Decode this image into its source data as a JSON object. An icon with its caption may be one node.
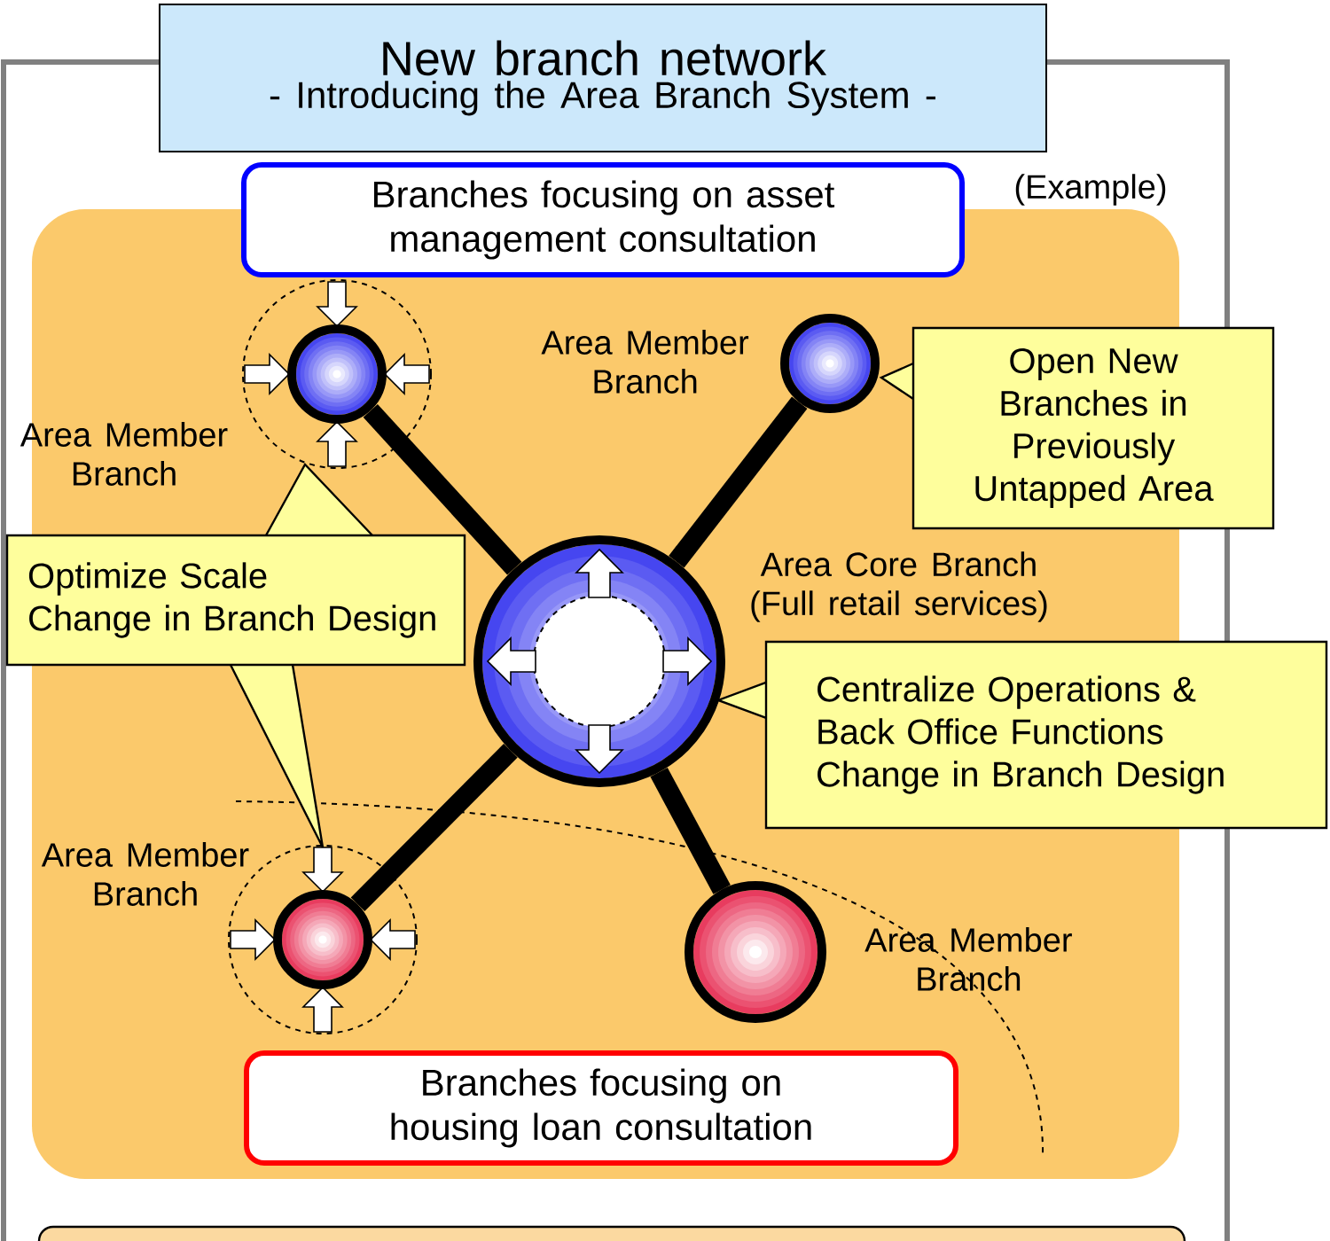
{
  "diagram": {
    "title": "New branch network",
    "nodes": [
      {
        "text": [
          "- Introducing the Area Branch System -"
        ]
      },
      {
        "text": [
          "Branches focusing on asset management consultation"
        ]
      },
      {
        "text": [],
        "shape": "circle"
      },
      {
        "text": [],
        "shape": "circle",
        "beside": [
          "Area Member Branch"
        ]
      },
      {
        "text": [
          "Open New Branches in Previously Untapped Area"
        ]
      },
      {
        "text": [
          "Optimize Scale",
          "Change in Branch Design"
        ]
      },
      {
        "text": [],
        "shape": "circle",
        "beside": [
          "Area Core Branch (Full retail services)"
        ]
      },
      {
        "text": [
          "Centralize Operations & Back Office Functions",
          "Change in Branch Design"
        ]
      },
      {
        "text": [],
        "shape": "circle"
      },
      {
        "text": [],
        "shape": "circle",
        "beside": [
          "Area Member Branch"
        ]
      },
      {
        "text": [
          "Branches focusing on housing loan consultation"
        ]
      }
    ],
    "edges": [
      {
        "from": 6,
        "to": 2,
        "arrow": "none"
      },
      {
        "from": 6,
        "to": 3,
        "arrow": "none"
      },
      {
        "from": 6,
        "to": 8,
        "arrow": "none"
      },
      {
        "from": 6,
        "to": 9,
        "arrow": "none"
      }
    ],
    "labels": [
      "(Example)",
      "Area Member Branch",
      "Area Member Branch"
    ]
  }
}
